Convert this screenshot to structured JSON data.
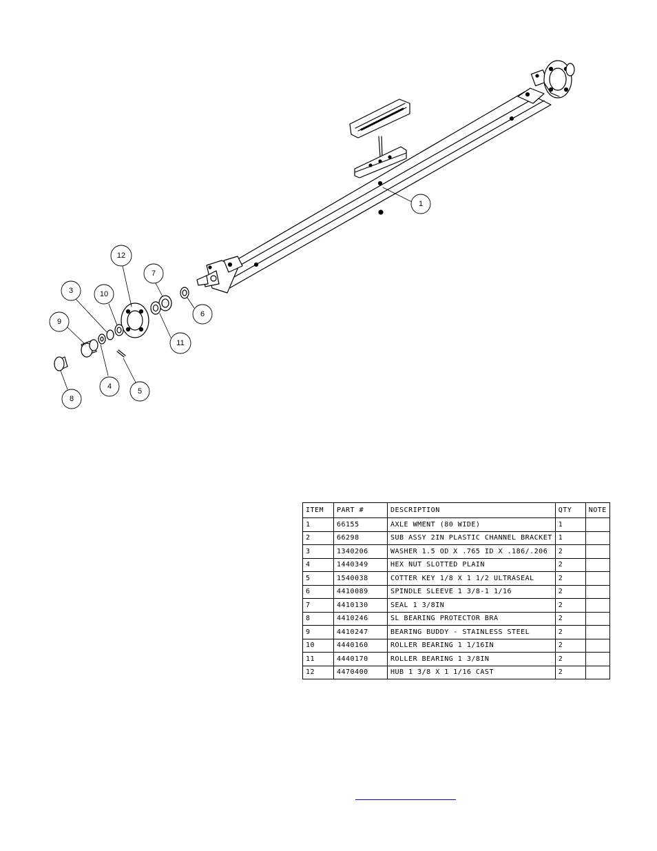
{
  "callouts": [
    "1",
    "12",
    "7",
    "3",
    "10",
    "6",
    "9",
    "11",
    "4",
    "5",
    "8"
  ],
  "table": {
    "headers": {
      "item": "ITEM",
      "part": "PART #",
      "description": "DESCRIPTION",
      "qty": "QTY",
      "note": "NOTE"
    },
    "rows": [
      {
        "item": "1",
        "part": "66155",
        "description": "AXLE WMENT (80 WIDE)",
        "qty": "1",
        "note": ""
      },
      {
        "item": "2",
        "part": "66298",
        "description": "SUB ASSY 2IN PLASTIC CHANNEL BRACKET",
        "qty": "1",
        "note": ""
      },
      {
        "item": "3",
        "part": "1340206",
        "description": "WASHER 1.5 OD X .765 ID X .186/.206",
        "qty": "2",
        "note": ""
      },
      {
        "item": "4",
        "part": "1440349",
        "description": "HEX NUT SLOTTED PLAIN",
        "qty": "2",
        "note": ""
      },
      {
        "item": "5",
        "part": "1540038",
        "description": "COTTER KEY 1/8 X 1 1/2 ULTRASEAL",
        "qty": "2",
        "note": ""
      },
      {
        "item": "6",
        "part": "4410089",
        "description": "SPINDLE SLEEVE  1 3/8-1 1/16",
        "qty": "2",
        "note": ""
      },
      {
        "item": "7",
        "part": "4410130",
        "description": "SEAL  1 3/8IN",
        "qty": "2",
        "note": ""
      },
      {
        "item": "8",
        "part": "4410246",
        "description": "SL BEARING PROTECTOR BRA",
        "qty": "2",
        "note": ""
      },
      {
        "item": "9",
        "part": "4410247",
        "description": "BEARING BUDDY - STAINLESS STEEL",
        "qty": "2",
        "note": ""
      },
      {
        "item": "10",
        "part": "4440160",
        "description": "ROLLER BEARING   1 1/16IN",
        "qty": "2",
        "note": ""
      },
      {
        "item": "11",
        "part": "4440170",
        "description": "ROLLER BEARING   1 3/8IN",
        "qty": "2",
        "note": ""
      },
      {
        "item": "12",
        "part": "4470400",
        "description": "HUB   1 3/8 X 1 1/16 CAST",
        "qty": "2",
        "note": ""
      }
    ]
  }
}
